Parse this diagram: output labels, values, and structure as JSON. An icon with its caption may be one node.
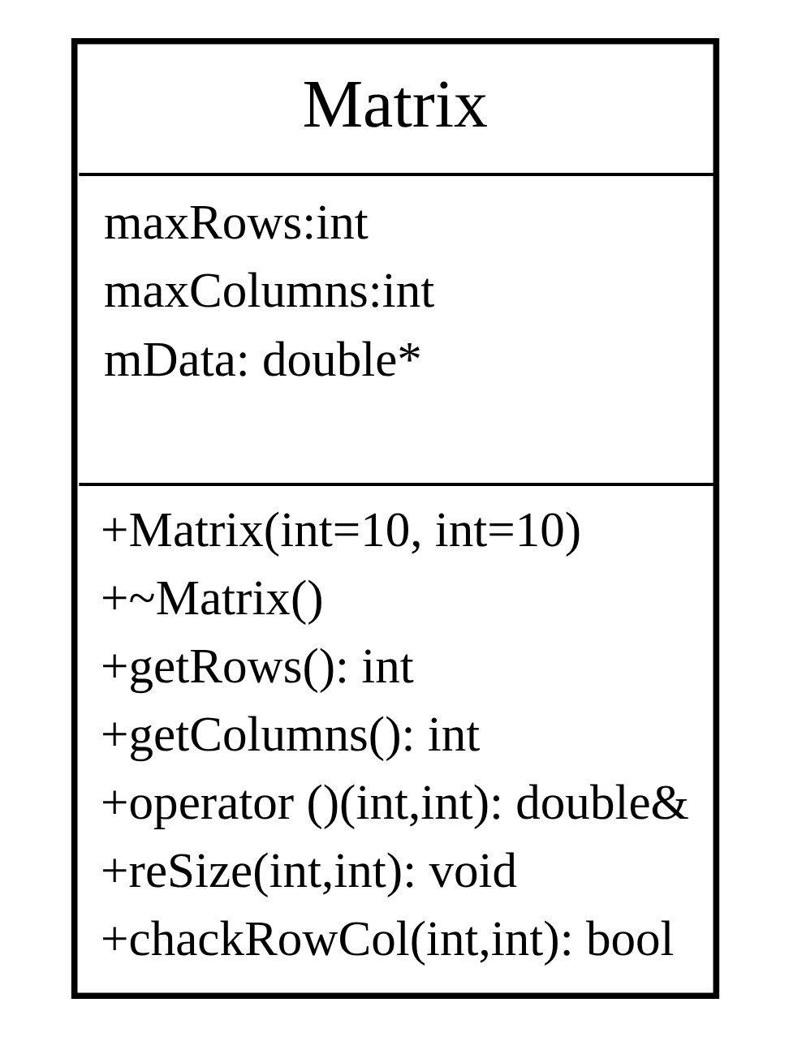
{
  "diagram": {
    "nodes": [
      {
        "text": [
          "Matrix",
          "maxRows:int",
          "maxColumns:int",
          "mData: double*",
          "+Matrix(int=10, int=10)",
          "+~Matrix()",
          "+getRows(): int",
          "+getColumns(): int",
          "+operator ()(int,int): double&",
          "+reSize(int,int): void",
          "+chackRowCol(int,int): bool"
        ]
      }
    ],
    "edges": []
  }
}
